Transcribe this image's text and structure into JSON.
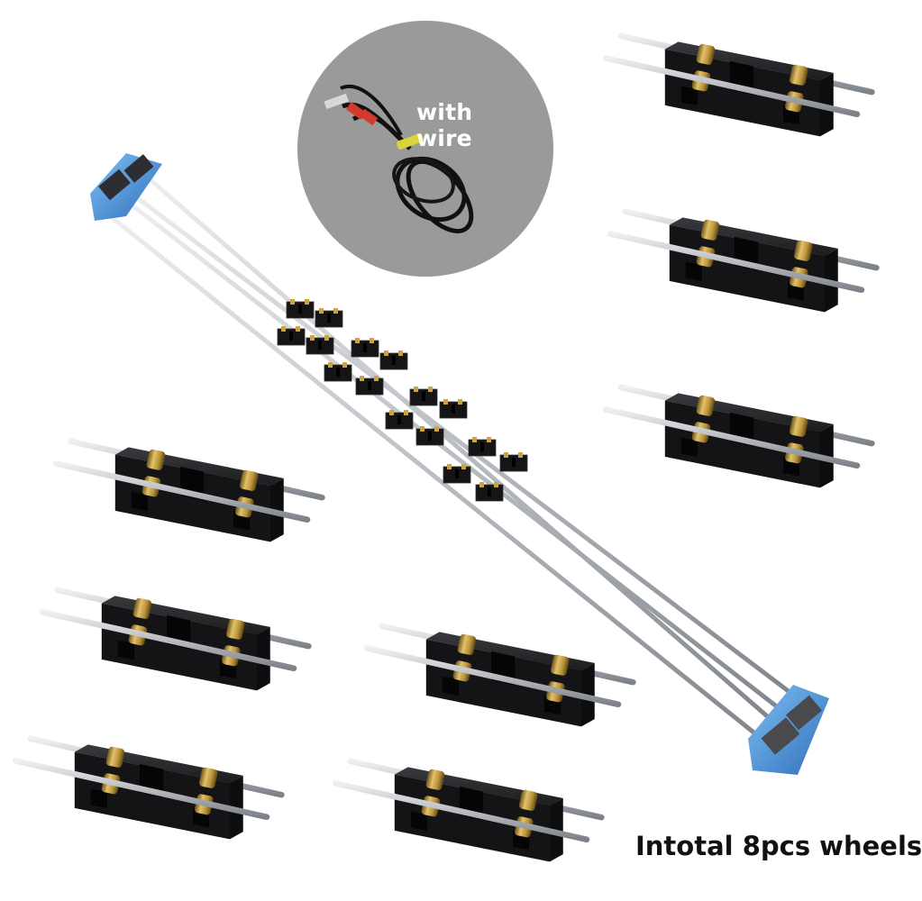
{
  "product_photo": {
    "callout": {
      "label": "with wire"
    },
    "caption": "Intotal 8pcs wheels",
    "wheel_block_count": 8,
    "colors": {
      "background": "#ffffff",
      "callout_circle": "#9a9a9a",
      "block_black": "#1b1b1d",
      "brass_wheel": "#b8923a",
      "steel_rod": "#c4c8cc",
      "end_cap_blue": "#3f8fd9",
      "wire_black": "#111111",
      "plug_red": "#d23a2e",
      "tie_yellow": "#d9d43a"
    }
  }
}
